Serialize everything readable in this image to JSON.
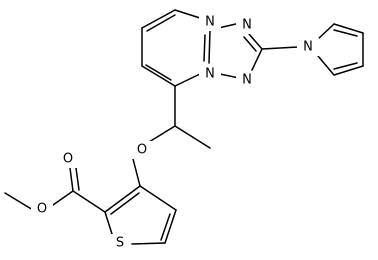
{
  "molecule": {
    "atoms": {
      "n_pyrimidine_top": "N",
      "n_triazole_right": "N",
      "n_triazole_bottom_left": "N",
      "n_triazole_bottom_right": "N",
      "n_pyrrole": "N",
      "o_ether": "O",
      "o_carbonyl": "O",
      "o_ester": "O",
      "s_thiophene": "S"
    }
  }
}
